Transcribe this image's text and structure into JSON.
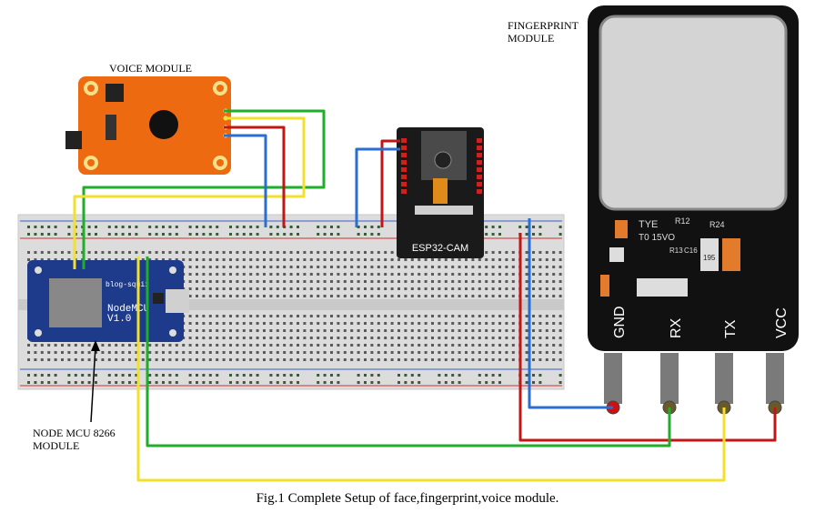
{
  "labels": {
    "voice_module": "VOICE MODULE",
    "fingerprint_line1": "FINGERPRINT",
    "fingerprint_line2": "MODULE",
    "nodemcu_line1": "NODE MCU 8266",
    "nodemcu_line2": "MODULE"
  },
  "boards": {
    "esp32_name": "ESP32-CAM",
    "nodemcu_name_line1": "NodeMCU",
    "nodemcu_name_line2": "V1.0",
    "nodemcu_brand": "blog-squix"
  },
  "fingerprint": {
    "pins": [
      "GND",
      "RX",
      "TX",
      "VCC"
    ],
    "silk_tye": "TYE",
    "silk_volt": "T0 15VO",
    "silk_r12": "R12",
    "silk_r24": "R24",
    "silk_r13": "R13",
    "silk_c16": "C16",
    "chip_195": "195"
  },
  "caption": "Fig.1 Complete Setup of face,fingerprint,voice module.",
  "colors": {
    "wire_green": "#1fae2a",
    "wire_yellow": "#f2e02c",
    "wire_red": "#c01616",
    "wire_blue": "#2a6fd0",
    "voice_board": "#ee6a11",
    "nodemcu_board": "#1e3a8a",
    "esp32_board": "#1a1a1a",
    "fp_body": "#111111",
    "fp_window": "#d4d4d4"
  }
}
